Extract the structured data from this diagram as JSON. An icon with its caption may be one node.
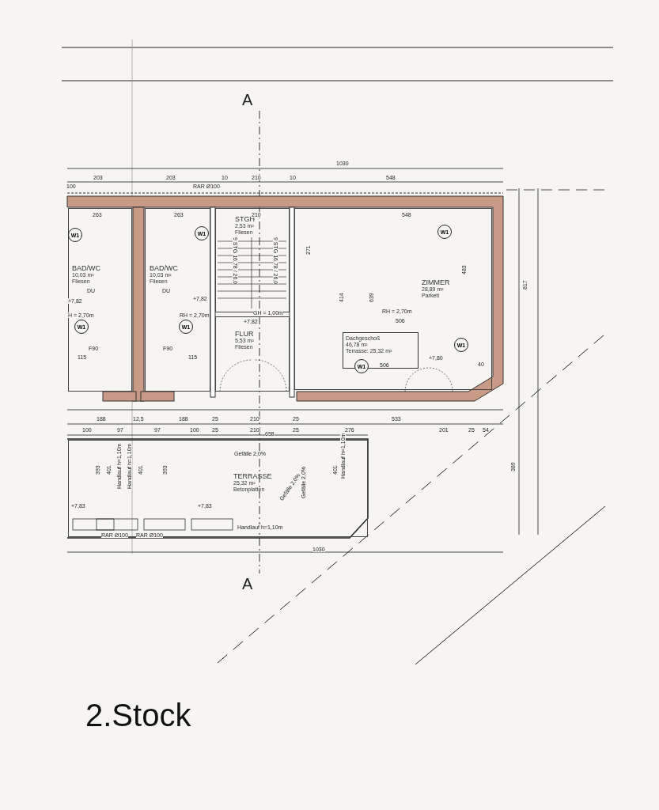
{
  "diagram": {
    "caption": "2.Stock",
    "nodes": [
      {
        "text": [
          "BAD/WC",
          "10,03 m²",
          "Fliesen"
        ]
      },
      {
        "text": [
          "W1"
        ],
        "in": 0
      },
      {
        "text": [
          "W1"
        ],
        "in": 0
      },
      {
        "text": [
          "BAD/WC",
          "10,03 m²",
          "Fliesen"
        ]
      },
      {
        "text": [
          "W1"
        ],
        "in": 3
      },
      {
        "text": [
          "W1"
        ],
        "in": 3
      },
      {
        "text": [
          "STGH",
          "2,53 m²",
          "Fliesen"
        ]
      },
      {
        "text": [
          "FLUR",
          "5,53 m²",
          "Fliesen"
        ]
      },
      {
        "text": [
          "ZIMMER",
          "28,89 m²",
          "Parkett"
        ]
      },
      {
        "text": [
          "W1"
        ],
        "in": 8
      },
      {
        "text": [
          "Dachgeschoß",
          "46,78 m²",
          "Terrasse: 25,32 m²"
        ],
        "in": 8
      },
      {
        "text": [
          "W1"
        ],
        "in": 8
      },
      {
        "text": [
          "W1"
        ],
        "in": 8
      },
      {
        "text": [
          "TERRASSE",
          "25,32 m²",
          "Betonplatten"
        ]
      }
    ],
    "labels": [
      "A",
      "1030",
      "100",
      "203",
      "203",
      "10",
      "210",
      "10",
      "548",
      "RAR Ø100",
      "263",
      "263",
      "210",
      "548",
      "271",
      "414",
      "639",
      "483",
      "817",
      "9 STG 16,78 / 26,0",
      "9 STG 16,78 / 26,0",
      "+7,82",
      "+7,82",
      "H = 2,70m",
      "RH = 2,70m",
      "GH = 1,00m",
      "+7,82",
      "RH = 2,70m",
      "506",
      "506",
      "+7,80",
      "40",
      "115",
      "115",
      "188",
      "12,5",
      "188",
      "25",
      "210",
      "25",
      "533",
      "100",
      "97",
      "97",
      "100",
      "25",
      "210",
      "25",
      "276",
      "201",
      "25",
      "54",
      "658",
      "Gefälle 2,0%",
      "393",
      "401",
      "Handlauf h=1,10m",
      "Handlauf h=1,10m",
      "401",
      "393",
      "Gefälle 2,0%",
      "Gefälle 2,0%",
      "401",
      "Handlauf h=1,10m",
      "+7,83",
      "+7,83",
      "Handlauf h=1,10m",
      "RAR Ø100",
      "RAR Ø100",
      "1030",
      "389",
      "A",
      "DU",
      "DU",
      "F90",
      "F90"
    ]
  }
}
